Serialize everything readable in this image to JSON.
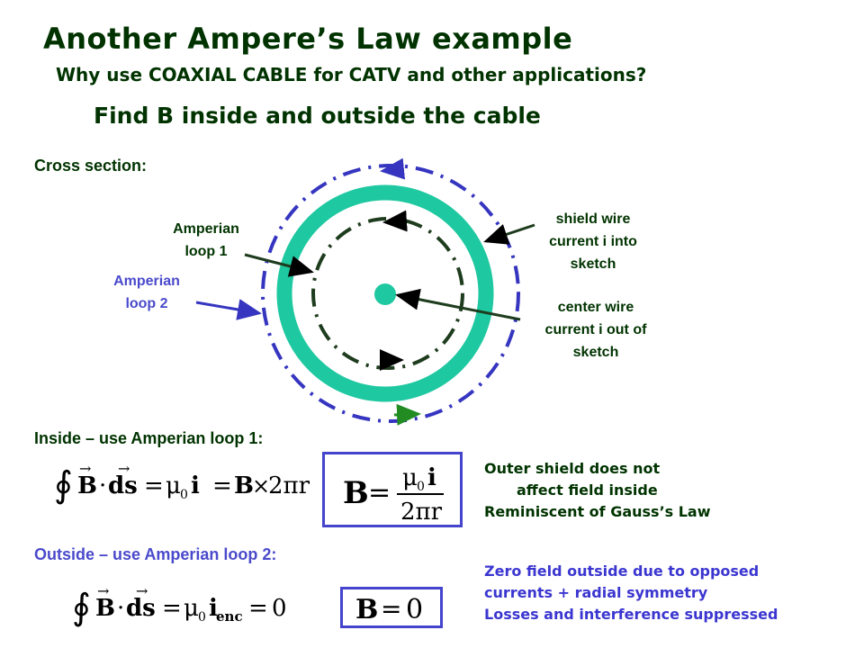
{
  "header": {
    "title": "Another Ampere’s Law example",
    "subtitle": "Why use COAXIAL CABLE for CATV and other applications?",
    "task": "Find B inside and outside the cable"
  },
  "diagram": {
    "heading": "Cross section:",
    "labels": {
      "amperian_loop_1": [
        "Amperian",
        "loop 1"
      ],
      "amperian_loop_2": [
        "Amperian",
        "loop 2"
      ],
      "shield_wire": [
        "shield wire",
        "current i into",
        "sketch"
      ],
      "center_wire": [
        "center wire",
        "current i out of",
        "sketch"
      ]
    },
    "colors": {
      "shield": "#1ec8a0",
      "inner_loop": "#003300",
      "outer_loop": "#3535c0",
      "label_text": "#003300",
      "blue_text": "#4a4acc",
      "green_arrow": "#228b22"
    }
  },
  "inside": {
    "heading": "Inside – use Amperian loop 1:",
    "equation": "∮ B·ds = μ0 i = B×2πr",
    "result": "B = μ0 i / 2πr",
    "notes": [
      "Outer shield does not",
      "affect field inside",
      "Reminiscent of Gauss’s Law"
    ]
  },
  "outside": {
    "heading": "Outside – use Amperian loop 2:",
    "equation": "∮ B·ds = μ0 i_enc = 0",
    "result": "B = 0",
    "notes": [
      "Zero field outside due to opposed",
      "currents + radial symmetry",
      "Losses and interference suppressed"
    ]
  }
}
